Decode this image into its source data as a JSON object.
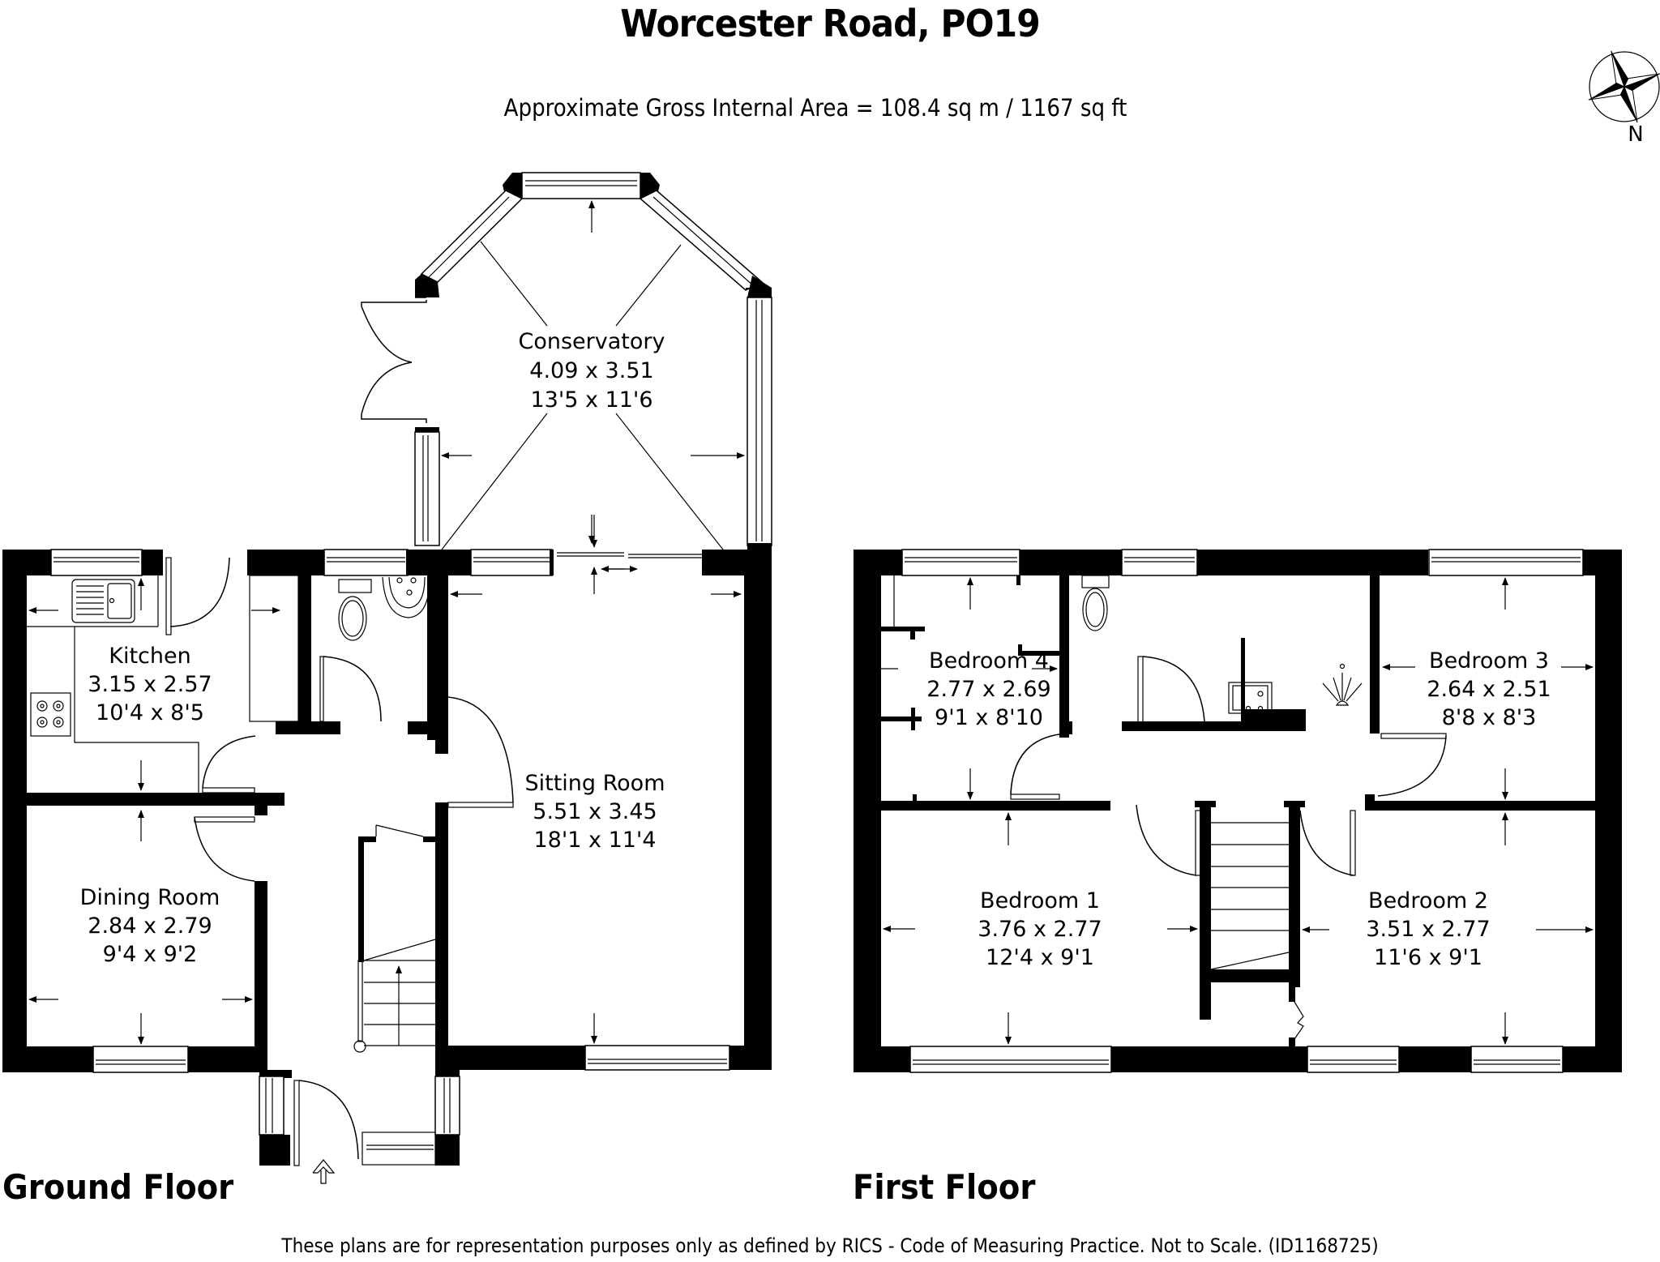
{
  "header": {
    "title": "Worcester Road, PO19",
    "area": "Approximate Gross Internal Area = 108.4 sq m / 1167 sq ft"
  },
  "compass": {
    "icon": "compass-rose-icon",
    "label": "N"
  },
  "floors": {
    "ground": {
      "label": "Ground Floor",
      "rooms": {
        "conservatory": {
          "name": "Conservatory",
          "metric": "4.09 x 3.51",
          "imperial": "13'5 x 11'6"
        },
        "kitchen": {
          "name": "Kitchen",
          "metric": "3.15 x 2.57",
          "imperial": "10'4 x 8'5"
        },
        "sitting_room": {
          "name": "Sitting Room",
          "metric": "5.51 x 3.45",
          "imperial": "18'1 x 11'4"
        },
        "dining_room": {
          "name": "Dining Room",
          "metric": "2.84 x 2.79",
          "imperial": "9'4 x 9'2"
        }
      },
      "entrance_icon": "entrance-arrow-icon"
    },
    "first": {
      "label": "First Floor",
      "rooms": {
        "bedroom4": {
          "name": "Bedroom 4",
          "metric": "2.77 x 2.69",
          "imperial": "9'1 x 8'10"
        },
        "bedroom3": {
          "name": "Bedroom 3",
          "metric": "2.64 x 2.51",
          "imperial": "8'8 x 8'3"
        },
        "bedroom1": {
          "name": "Bedroom 1",
          "metric": "3.76 x 2.77",
          "imperial": "12'4 x 9'1"
        },
        "bedroom2": {
          "name": "Bedroom 2",
          "metric": "3.51 x 2.77",
          "imperial": "11'6 x 9'1"
        }
      }
    }
  },
  "footer": {
    "disclaimer": "These plans are for representation purposes only as defined by RICS - Code of Measuring Practice. Not to Scale. (ID1168725)"
  }
}
